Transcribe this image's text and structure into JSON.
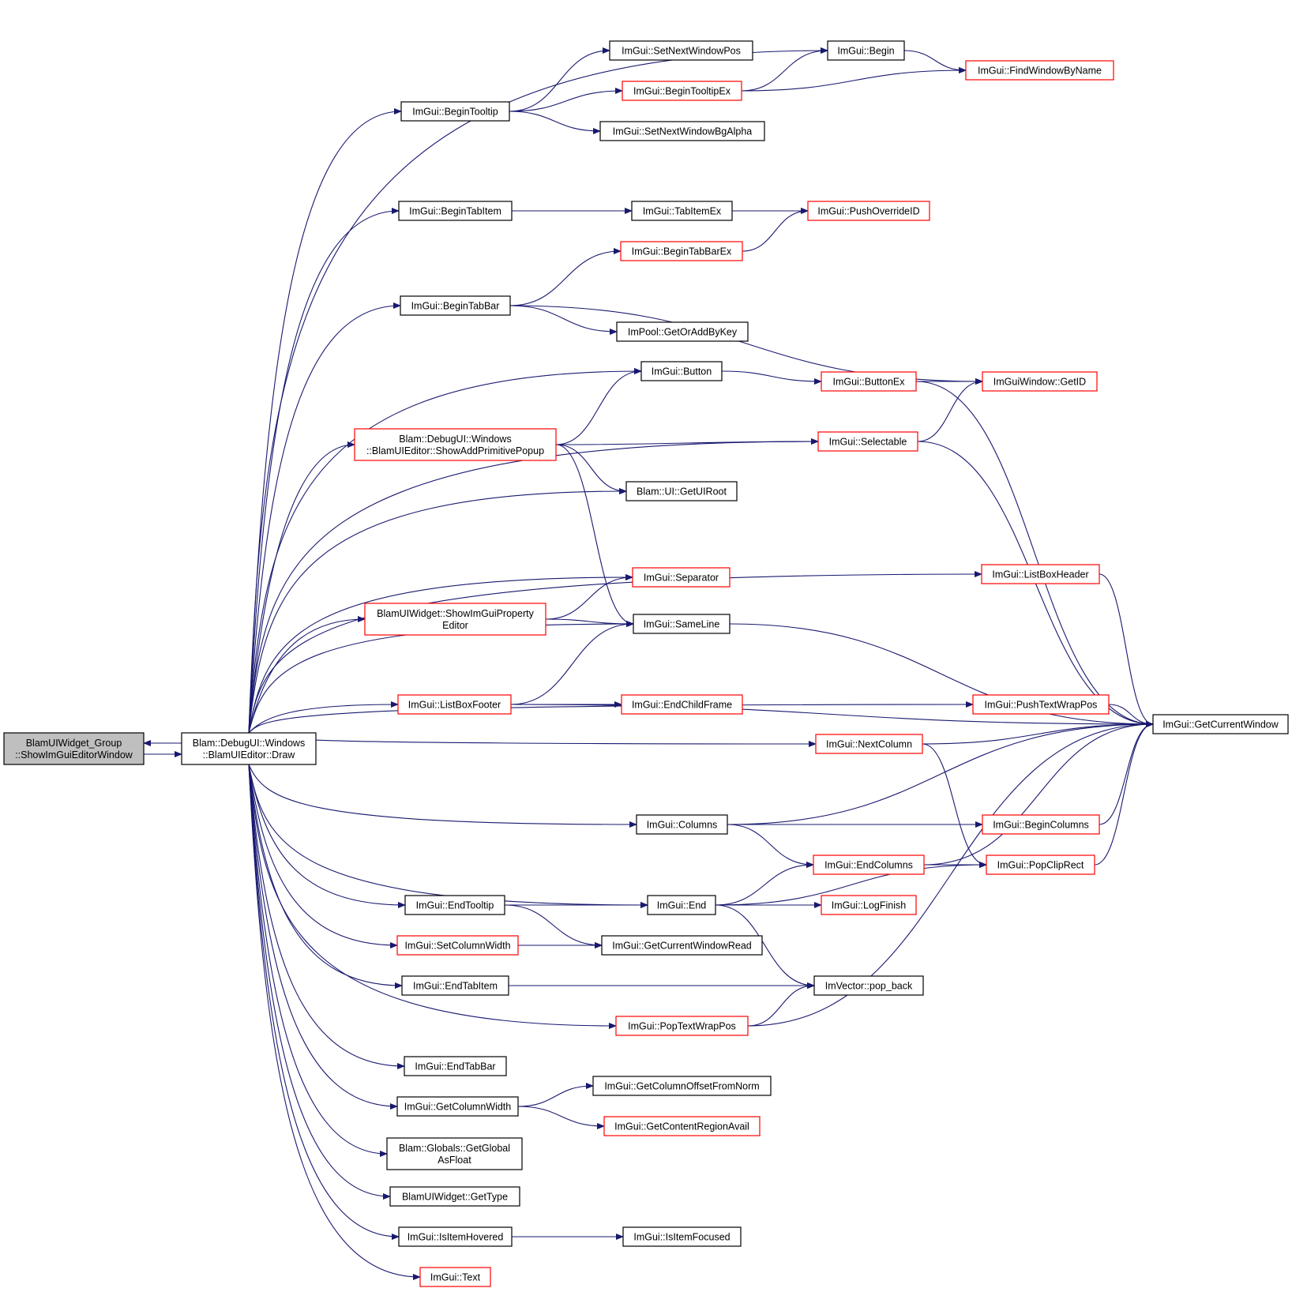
{
  "nodes": [
    {
      "id": "root",
      "lines": [
        "BlamUIWidget_Group",
        "::ShowImGuiEditorWindow"
      ],
      "border": "black",
      "highlighted": true
    },
    {
      "id": "draw",
      "lines": [
        "Blam::DebugUI::Windows",
        "::BlamUIEditor::Draw"
      ],
      "border": "black"
    },
    {
      "id": "beginTooltip",
      "lines": [
        "ImGui::BeginTooltip"
      ],
      "border": "black"
    },
    {
      "id": "setNextWindowPos",
      "lines": [
        "ImGui::SetNextWindowPos"
      ],
      "border": "black"
    },
    {
      "id": "begin",
      "lines": [
        "ImGui::Begin"
      ],
      "border": "black"
    },
    {
      "id": "findWindowByName",
      "lines": [
        "ImGui::FindWindowByName"
      ],
      "border": "red"
    },
    {
      "id": "beginTooltipEx",
      "lines": [
        "ImGui::BeginTooltipEx"
      ],
      "border": "red"
    },
    {
      "id": "setNextWindowBgAlpha",
      "lines": [
        "ImGui::SetNextWindowBgAlpha"
      ],
      "border": "black"
    },
    {
      "id": "beginTabItem",
      "lines": [
        "ImGui::BeginTabItem"
      ],
      "border": "black"
    },
    {
      "id": "tabItemEx",
      "lines": [
        "ImGui::TabItemEx"
      ],
      "border": "black"
    },
    {
      "id": "pushOverrideID",
      "lines": [
        "ImGui::PushOverrideID"
      ],
      "border": "red"
    },
    {
      "id": "beginTabBarEx",
      "lines": [
        "ImGui::BeginTabBarEx"
      ],
      "border": "red"
    },
    {
      "id": "beginTabBar",
      "lines": [
        "ImGui::BeginTabBar"
      ],
      "border": "black"
    },
    {
      "id": "getOrAddByKey",
      "lines": [
        "ImPool::GetOrAddByKey"
      ],
      "border": "black"
    },
    {
      "id": "button",
      "lines": [
        "ImGui::Button"
      ],
      "border": "black"
    },
    {
      "id": "buttonEx",
      "lines": [
        "ImGui::ButtonEx"
      ],
      "border": "red"
    },
    {
      "id": "getID",
      "lines": [
        "ImGuiWindow::GetID"
      ],
      "border": "red"
    },
    {
      "id": "showAddPrimitivePopup",
      "lines": [
        "Blam::DebugUI::Windows",
        "::BlamUIEditor::ShowAddPrimitivePopup"
      ],
      "border": "red"
    },
    {
      "id": "selectable",
      "lines": [
        "ImGui::Selectable"
      ],
      "border": "red"
    },
    {
      "id": "getUIRoot",
      "lines": [
        "Blam::UI::GetUIRoot"
      ],
      "border": "black"
    },
    {
      "id": "listBoxHeader",
      "lines": [
        "ImGui::ListBoxHeader"
      ],
      "border": "red"
    },
    {
      "id": "separator",
      "lines": [
        "ImGui::Separator"
      ],
      "border": "red"
    },
    {
      "id": "showImGuiPropertyEditor",
      "lines": [
        "BlamUIWidget::ShowImGuiProperty",
        "Editor"
      ],
      "border": "red"
    },
    {
      "id": "sameLine",
      "lines": [
        "ImGui::SameLine"
      ],
      "border": "black"
    },
    {
      "id": "listBoxFooter",
      "lines": [
        "ImGui::ListBoxFooter"
      ],
      "border": "red"
    },
    {
      "id": "endChildFrame",
      "lines": [
        "ImGui::EndChildFrame"
      ],
      "border": "red"
    },
    {
      "id": "pushTextWrapPos",
      "lines": [
        "ImGui::PushTextWrapPos"
      ],
      "border": "red"
    },
    {
      "id": "getCurrentWindow",
      "lines": [
        "ImGui::GetCurrentWindow"
      ],
      "border": "black"
    },
    {
      "id": "nextColumn",
      "lines": [
        "ImGui::NextColumn"
      ],
      "border": "red"
    },
    {
      "id": "columns",
      "lines": [
        "ImGui::Columns"
      ],
      "border": "black"
    },
    {
      "id": "beginColumns",
      "lines": [
        "ImGui::BeginColumns"
      ],
      "border": "red"
    },
    {
      "id": "endColumns",
      "lines": [
        "ImGui::EndColumns"
      ],
      "border": "red"
    },
    {
      "id": "popClipRect",
      "lines": [
        "ImGui::PopClipRect"
      ],
      "border": "red"
    },
    {
      "id": "endTooltip",
      "lines": [
        "ImGui::EndTooltip"
      ],
      "border": "black"
    },
    {
      "id": "end",
      "lines": [
        "ImGui::End"
      ],
      "border": "black"
    },
    {
      "id": "logFinish",
      "lines": [
        "ImGui::LogFinish"
      ],
      "border": "red"
    },
    {
      "id": "setColumnWidth",
      "lines": [
        "ImGui::SetColumnWidth"
      ],
      "border": "red"
    },
    {
      "id": "getCurrentWindowRead",
      "lines": [
        "ImGui::GetCurrentWindowRead"
      ],
      "border": "black"
    },
    {
      "id": "endTabItem",
      "lines": [
        "ImGui::EndTabItem"
      ],
      "border": "black"
    },
    {
      "id": "popBack",
      "lines": [
        "ImVector::pop_back"
      ],
      "border": "black"
    },
    {
      "id": "popTextWrapPos",
      "lines": [
        "ImGui::PopTextWrapPos"
      ],
      "border": "red"
    },
    {
      "id": "endTabBar",
      "lines": [
        "ImGui::EndTabBar"
      ],
      "border": "black"
    },
    {
      "id": "getColumnWidth",
      "lines": [
        "ImGui::GetColumnWidth"
      ],
      "border": "black"
    },
    {
      "id": "getColumnOffsetFromNorm",
      "lines": [
        "ImGui::GetColumnOffsetFromNorm"
      ],
      "border": "black"
    },
    {
      "id": "getContentRegionAvail",
      "lines": [
        "ImGui::GetContentRegionAvail"
      ],
      "border": "red"
    },
    {
      "id": "getGlobalAsFloat",
      "lines": [
        "Blam::Globals::GetGlobal",
        "AsFloat"
      ],
      "border": "black"
    },
    {
      "id": "getType",
      "lines": [
        "BlamUIWidget::GetType"
      ],
      "border": "black"
    },
    {
      "id": "isItemHovered",
      "lines": [
        "ImGui::IsItemHovered"
      ],
      "border": "black"
    },
    {
      "id": "isItemFocused",
      "lines": [
        "ImGui::IsItemFocused"
      ],
      "border": "black"
    },
    {
      "id": "text",
      "lines": [
        "ImGui::Text"
      ],
      "border": "red"
    }
  ],
  "edges": [
    [
      "root",
      "draw"
    ],
    [
      "draw",
      "root"
    ],
    [
      "draw",
      "begin"
    ],
    [
      "draw",
      "beginTooltip"
    ],
    [
      "draw",
      "beginTabItem"
    ],
    [
      "draw",
      "beginTabBar"
    ],
    [
      "draw",
      "button"
    ],
    [
      "draw",
      "selectable"
    ],
    [
      "draw",
      "showAddPrimitivePopup"
    ],
    [
      "draw",
      "getUIRoot"
    ],
    [
      "draw",
      "listBoxHeader"
    ],
    [
      "draw",
      "separator"
    ],
    [
      "draw",
      "showImGuiPropertyEditor"
    ],
    [
      "draw",
      "sameLine"
    ],
    [
      "draw",
      "listBoxFooter"
    ],
    [
      "draw",
      "pushTextWrapPos"
    ],
    [
      "draw",
      "nextColumn"
    ],
    [
      "draw",
      "columns"
    ],
    [
      "draw",
      "end"
    ],
    [
      "draw",
      "endTooltip"
    ],
    [
      "draw",
      "setColumnWidth"
    ],
    [
      "draw",
      "endTabItem"
    ],
    [
      "draw",
      "popTextWrapPos"
    ],
    [
      "draw",
      "endTabBar"
    ],
    [
      "draw",
      "getColumnWidth"
    ],
    [
      "draw",
      "getGlobalAsFloat"
    ],
    [
      "draw",
      "getType"
    ],
    [
      "draw",
      "isItemHovered"
    ],
    [
      "draw",
      "text"
    ],
    [
      "beginTooltip",
      "setNextWindowPos"
    ],
    [
      "beginTooltip",
      "beginTooltipEx"
    ],
    [
      "beginTooltip",
      "setNextWindowBgAlpha"
    ],
    [
      "beginTooltipEx",
      "begin"
    ],
    [
      "beginTooltipEx",
      "findWindowByName"
    ],
    [
      "begin",
      "findWindowByName"
    ],
    [
      "beginTabItem",
      "tabItemEx"
    ],
    [
      "beginTabItem",
      "pushOverrideID"
    ],
    [
      "beginTabBarEx",
      "pushOverrideID"
    ],
    [
      "beginTabBar",
      "beginTabBarEx"
    ],
    [
      "beginTabBar",
      "getOrAddByKey"
    ],
    [
      "beginTabBar",
      "getID"
    ],
    [
      "button",
      "buttonEx"
    ],
    [
      "buttonEx",
      "getID"
    ],
    [
      "buttonEx",
      "getCurrentWindow"
    ],
    [
      "showAddPrimitivePopup",
      "button"
    ],
    [
      "showAddPrimitivePopup",
      "selectable"
    ],
    [
      "showAddPrimitivePopup",
      "getUIRoot"
    ],
    [
      "showAddPrimitivePopup",
      "sameLine"
    ],
    [
      "selectable",
      "getID"
    ],
    [
      "selectable",
      "getCurrentWindow"
    ],
    [
      "listBoxHeader",
      "getCurrentWindow"
    ],
    [
      "showImGuiPropertyEditor",
      "separator"
    ],
    [
      "showImGuiPropertyEditor",
      "sameLine"
    ],
    [
      "sameLine",
      "getCurrentWindow"
    ],
    [
      "listBoxFooter",
      "sameLine"
    ],
    [
      "listBoxFooter",
      "endChildFrame"
    ],
    [
      "listBoxFooter",
      "getCurrentWindow"
    ],
    [
      "pushTextWrapPos",
      "getCurrentWindow"
    ],
    [
      "nextColumn",
      "getCurrentWindow"
    ],
    [
      "nextColumn",
      "popClipRect"
    ],
    [
      "columns",
      "getCurrentWindow"
    ],
    [
      "columns",
      "beginColumns"
    ],
    [
      "columns",
      "endColumns"
    ],
    [
      "beginColumns",
      "getCurrentWindow"
    ],
    [
      "endColumns",
      "popClipRect"
    ],
    [
      "endColumns",
      "getCurrentWindow"
    ],
    [
      "popClipRect",
      "getCurrentWindow"
    ],
    [
      "endTooltip",
      "end"
    ],
    [
      "endTooltip",
      "getCurrentWindowRead"
    ],
    [
      "end",
      "endColumns"
    ],
    [
      "end",
      "logFinish"
    ],
    [
      "end",
      "popClipRect"
    ],
    [
      "end",
      "popBack"
    ],
    [
      "setColumnWidth",
      "getCurrentWindowRead"
    ],
    [
      "endTabItem",
      "popBack"
    ],
    [
      "popTextWrapPos",
      "popBack"
    ],
    [
      "popTextWrapPos",
      "getCurrentWindow"
    ],
    [
      "getColumnWidth",
      "getColumnOffsetFromNorm"
    ],
    [
      "getColumnWidth",
      "getContentRegionAvail"
    ],
    [
      "isItemHovered",
      "isItemFocused"
    ]
  ],
  "colors": {
    "edge": "#191970",
    "node_border_default": "#000000",
    "node_border_red": "#ff0000",
    "root_fill": "#bfbfbf",
    "node_fill": "#ffffff"
  }
}
